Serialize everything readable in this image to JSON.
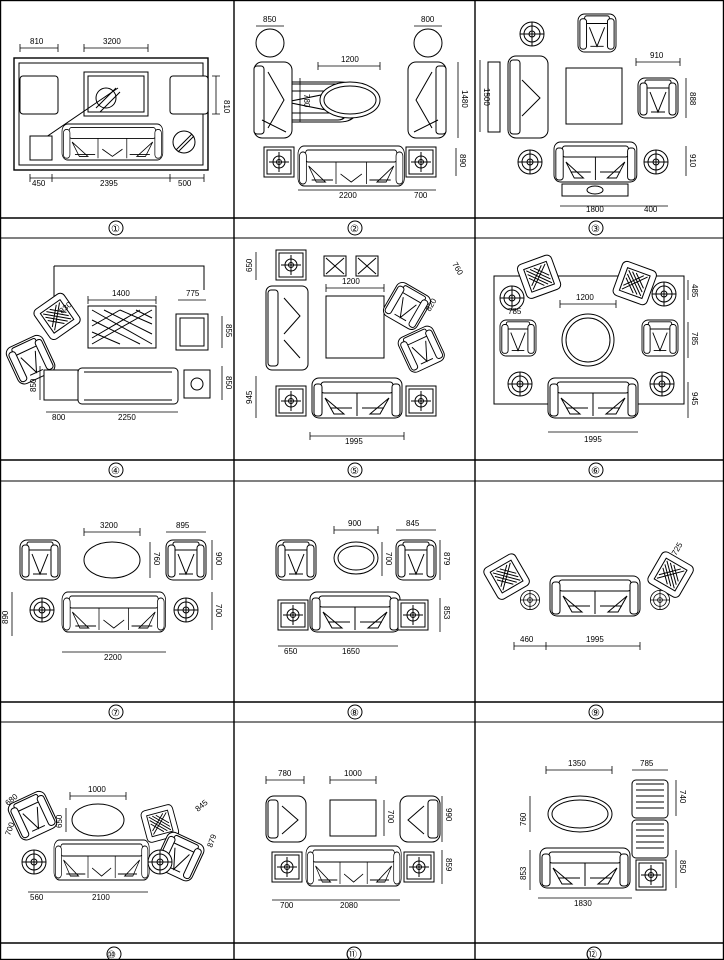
{
  "panels": [
    {
      "number": "①",
      "dims": [
        "810",
        "3200",
        "810",
        "450",
        "2395",
        "500"
      ]
    },
    {
      "number": "②",
      "dims": [
        "850",
        "800",
        "1200",
        "780",
        "1480",
        "890",
        "2200",
        "700"
      ]
    },
    {
      "number": "③",
      "dims": [
        "910",
        "1500",
        "888",
        "910",
        "1800",
        "400"
      ]
    },
    {
      "number": "④",
      "dims": [
        "1400",
        "775",
        "830",
        "850",
        "850",
        "800",
        "2250",
        "855"
      ]
    },
    {
      "number": "⑤",
      "dims": [
        "650",
        "1200",
        "760",
        "820",
        "945",
        "1995"
      ]
    },
    {
      "number": "⑥",
      "dims": [
        "1200",
        "785",
        "485",
        "785",
        "945",
        "1995"
      ]
    },
    {
      "number": "⑦",
      "dims": [
        "3200",
        "895",
        "760",
        "900",
        "890",
        "700",
        "2200"
      ]
    },
    {
      "number": "⑧",
      "dims": [
        "900",
        "845",
        "700",
        "879",
        "853",
        "650",
        "1650"
      ]
    },
    {
      "number": "⑨",
      "dims": [
        "725",
        "460",
        "1995"
      ]
    },
    {
      "number": "⑩",
      "dims": [
        "1000",
        "650",
        "680",
        "700",
        "845",
        "879",
        "560",
        "2100"
      ]
    },
    {
      "number": "⑪",
      "dims": [
        "780",
        "1000",
        "700",
        "990",
        "859",
        "700",
        "2080"
      ]
    },
    {
      "number": "⑫",
      "dims": [
        "1350",
        "785",
        "760",
        "740",
        "853",
        "850",
        "1830"
      ]
    }
  ]
}
